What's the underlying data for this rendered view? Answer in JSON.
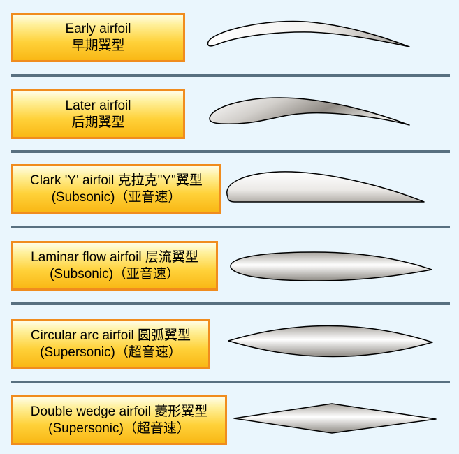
{
  "airfoils": [
    {
      "name": "Early airfoil",
      "subtitle": "早期翼型"
    },
    {
      "name": "Later airfoil",
      "subtitle": "后期翼型"
    },
    {
      "name": "Clark 'Y' airfoil 克拉克\"Y\"翼型",
      "subtitle": "(Subsonic)（亚音速）"
    },
    {
      "name": "Laminar flow airfoil 层流翼型",
      "subtitle": "(Subsonic)（亚音速）"
    },
    {
      "name": "Circular arc airfoil 圆弧翼型",
      "subtitle": "(Supersonic)（超音速）"
    },
    {
      "name": "Double wedge airfoil 菱形翼型",
      "subtitle": "(Supersonic)（超音速）"
    }
  ],
  "colors": {
    "background": "#eaf6fd",
    "box_border": "#f08c1e",
    "box_fill": "#ffd23a",
    "divider": "#587080",
    "airfoil_outline": "#000000",
    "airfoil_light": "#ffffff",
    "airfoil_dark": "#8a8680"
  }
}
